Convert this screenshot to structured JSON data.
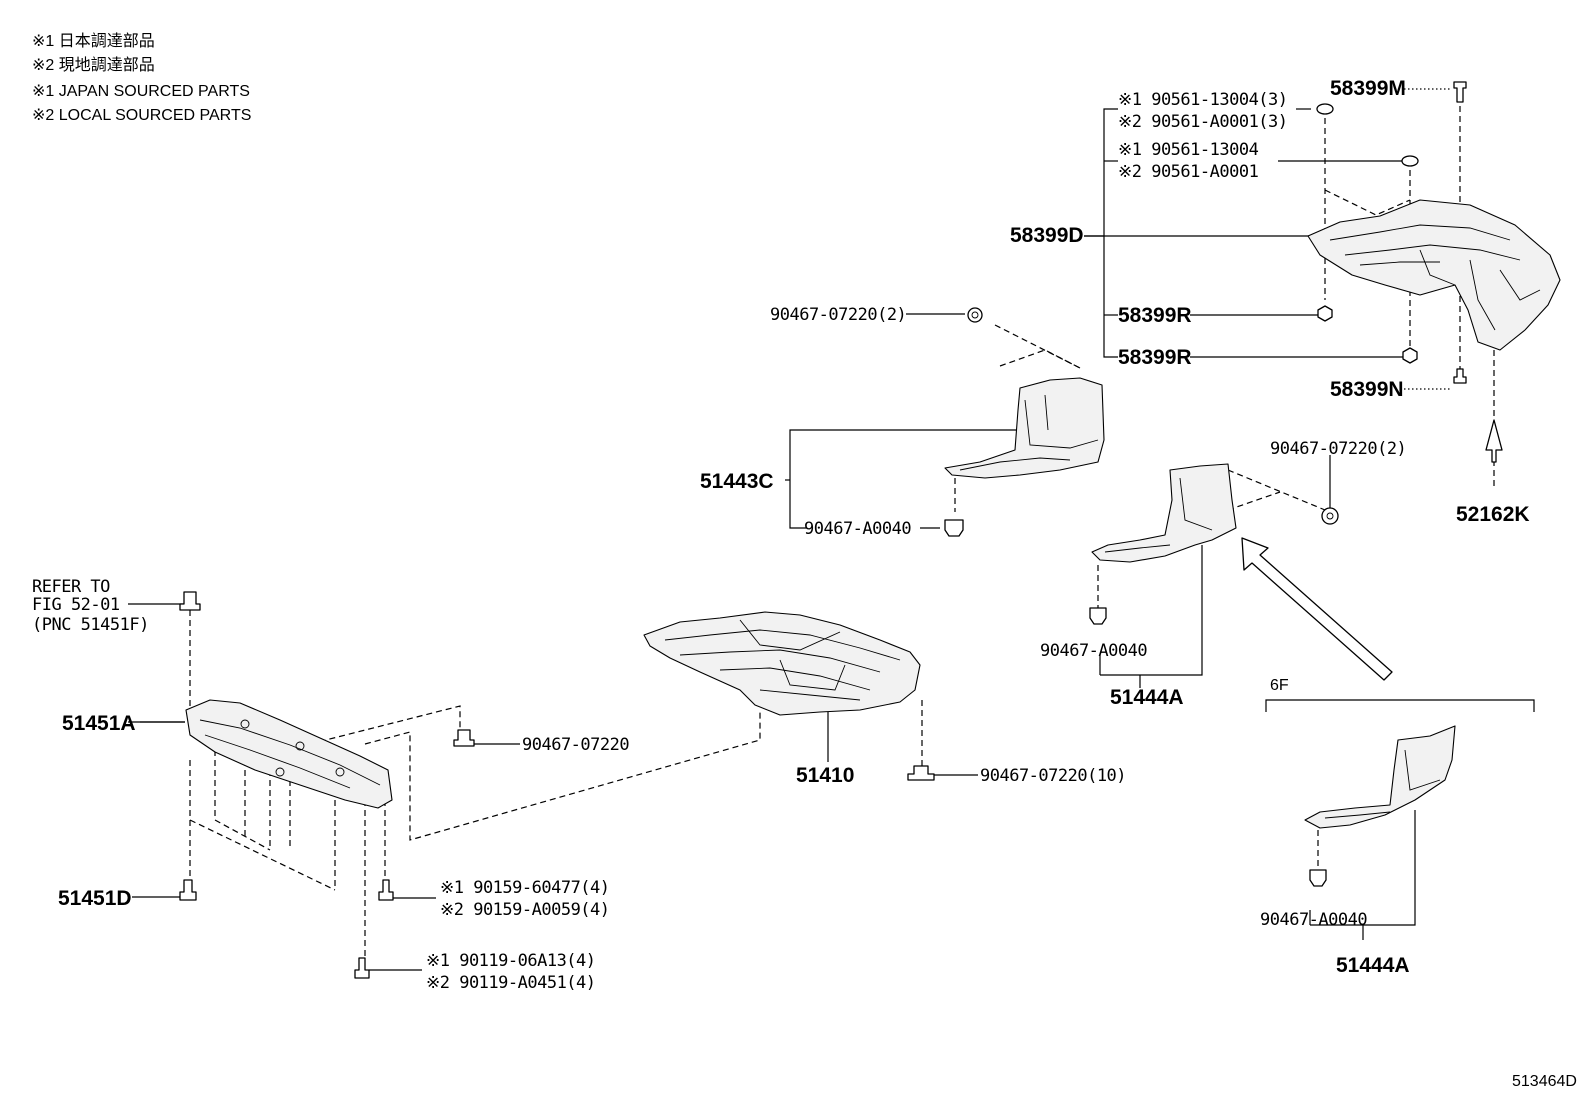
{
  "legend": {
    "line1": "※1 日本調達部品",
    "line2": "※2 現地調達部品",
    "line3": "※1 JAPAN SOURCED PARTS",
    "line4": "※2 LOCAL SOURCED PARTS"
  },
  "figure_id": "513464D",
  "labels": {
    "p58399M": "58399M",
    "p58399D": "58399D",
    "p58399R_1": "58399R",
    "p58399R_2": "58399R",
    "p58399N": "58399N",
    "p52162K": "52162K",
    "nut1_a": "※1 90561-13004(3)",
    "nut1_b": "※2 90561-A0001(3)",
    "nut2_a": "※1 90561-13004",
    "nut2_b": "※2 90561-A0001",
    "clip_51443c_top": "90467-07220(2)",
    "p51443C": "51443C",
    "clip_51443c_bot": "90467-A0040",
    "clip_51444a_top": "90467-07220(2)",
    "clip_51444a_bot": "90467-A0040",
    "p51444A_1": "51444A",
    "sixf": "6F",
    "clip_6f": "90467-A0040",
    "p51444A_2": "51444A",
    "refer1": "REFER TO",
    "refer2": "FIG 52-01",
    "refer3": "(PNC 51451F)",
    "p51451A": "51451A",
    "p51451D": "51451D",
    "clip_51451a": "90467-07220",
    "p51410": "51410",
    "clip_51410": "90467-07220(10)",
    "bolt1_a": "※1 90159-60477(4)",
    "bolt1_b": "※2 90159-A0059(4)",
    "bolt2_a": "※1 90119-06A13(4)",
    "bolt2_b": "※2 90119-A0451(4)"
  }
}
